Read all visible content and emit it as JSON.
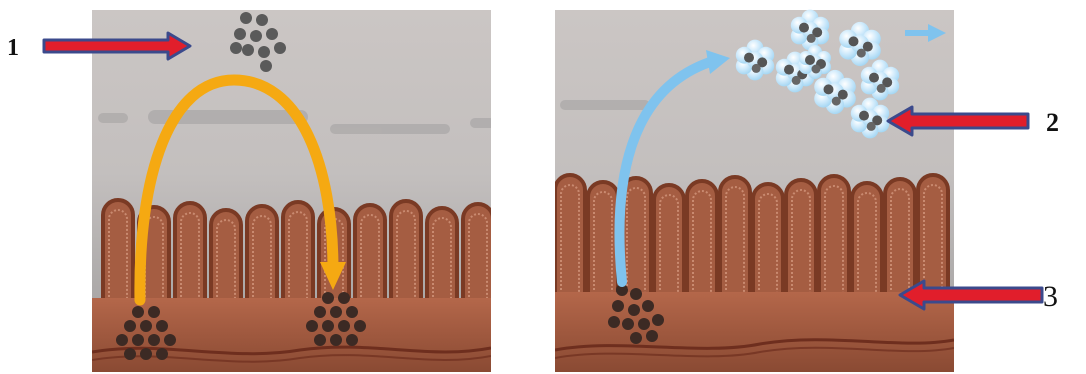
{
  "labels": {
    "one": "1",
    "two": "2",
    "three": "3"
  },
  "colors": {
    "background": "#ffffff",
    "lumen_top": "#cbc6c4",
    "lumen_bottom": "#9d9b9b",
    "tissue_top": "#b4674a",
    "tissue_bottom": "#8a4a33",
    "villus_outline": "#7a3a24",
    "arrow_fill": "#e11e2b",
    "arrow_border": "#3b4a8c",
    "transport_arc": "#f5a912",
    "transport_arc_right": "#7fc3ee",
    "particle": "#3c2a24",
    "lumen_particle": "#5a5a5a",
    "micelle": "#9fd4f2"
  },
  "icons": {
    "label_arrow": "red-arrow-icon",
    "transport_arc": "curved-arrow-icon",
    "particles": "particle-cluster-icon",
    "micelles": "micelle-cluster-icon"
  }
}
